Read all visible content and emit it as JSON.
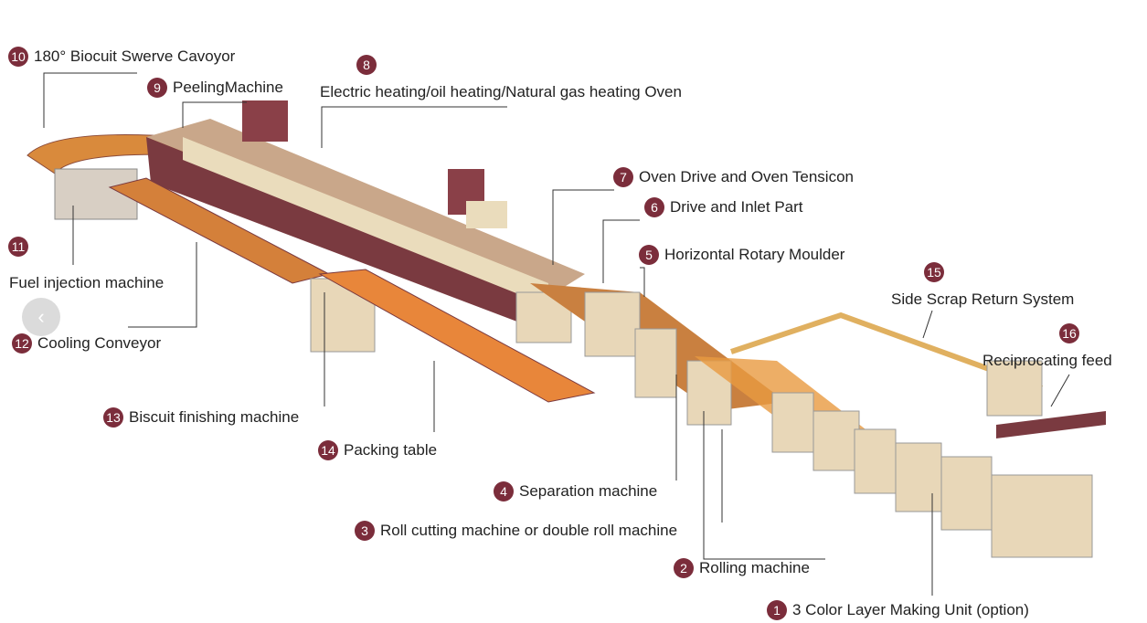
{
  "labels": [
    {
      "num": "1",
      "text": "3 Color Layer Making Unit (option)"
    },
    {
      "num": "2",
      "text": "Rolling machine"
    },
    {
      "num": "3",
      "text": "Roll cutting machine or double roll machine"
    },
    {
      "num": "4",
      "text": "Separation machine"
    },
    {
      "num": "5",
      "text": "Horizontal Rotary Moulder"
    },
    {
      "num": "6",
      "text": "Drive and Inlet Part"
    },
    {
      "num": "7",
      "text": "Oven Drive and Oven Tensicon"
    },
    {
      "num": "8",
      "text": "Electric heating/oil heating/Natural gas heating Oven"
    },
    {
      "num": "9",
      "text": "PeelingMachine"
    },
    {
      "num": "10",
      "text": "180° Biocuit Swerve Cavoyor"
    },
    {
      "num": "11",
      "text": "Fuel injection machine"
    },
    {
      "num": "12",
      "text": "Cooling Conveyor"
    },
    {
      "num": "13",
      "text": "Biscuit finishing machine"
    },
    {
      "num": "14",
      "text": "Packing table"
    },
    {
      "num": "15",
      "text": "Side Scrap Return System"
    },
    {
      "num": "16",
      "text": "Reciprocating feed"
    }
  ],
  "carousel": {
    "prev_glyph": "‹"
  },
  "colors": {
    "badge": "#7b2d3b",
    "machine": "#e8d7b8",
    "maroon": "#7a3a40",
    "belt": "#e8863a"
  }
}
